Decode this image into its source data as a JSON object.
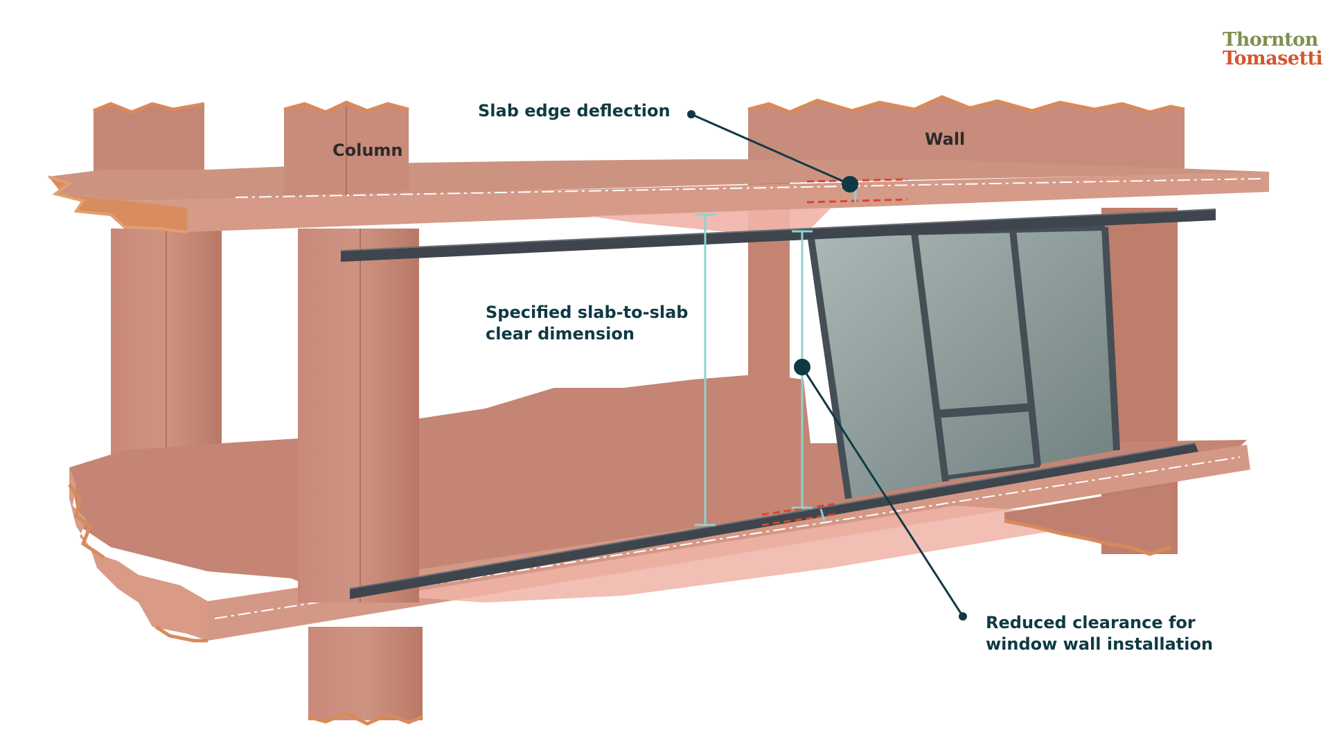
{
  "logo": {
    "line1": "Thornton",
    "line2": "Tomasetti",
    "color1": "#7f8f50",
    "color2": "#d3562e"
  },
  "labels": {
    "column": "Column",
    "wall": "Wall",
    "slab_edge_deflection": "Slab edge deflection",
    "specified_line1": "Specified slab-to-slab",
    "specified_line2": "clear dimension",
    "reduced_line1": "Reduced clearance for",
    "reduced_line2": "window wall installation"
  },
  "colors": {
    "concrete": "#c98a76",
    "concrete_dark": "#b57663",
    "concrete_light": "#d9a08d",
    "deflection_pink": "#f0b4a8",
    "broken_edge": "#d98a5a",
    "glass": "#9aa9a6",
    "mullion": "#454d55",
    "dimension_line": "#8fd3cf",
    "callout": "#0f3a44",
    "deflection_dash": "#d9452b"
  }
}
